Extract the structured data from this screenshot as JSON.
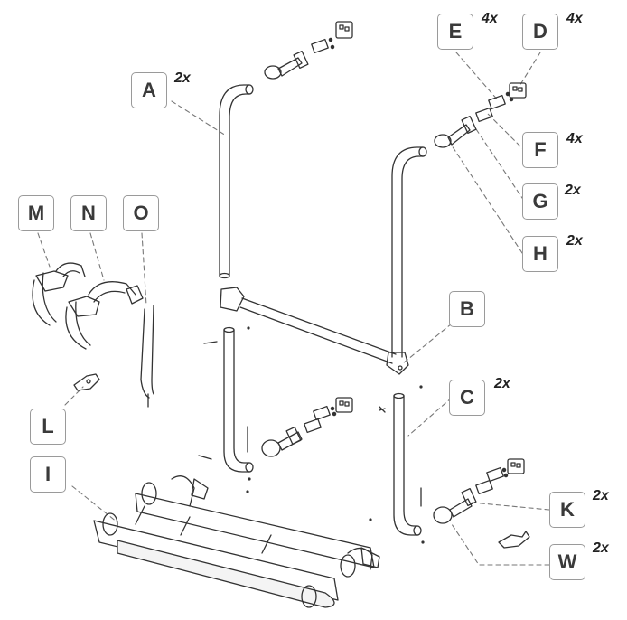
{
  "labels": [
    {
      "id": "A",
      "text": "A",
      "qty": "2x"
    },
    {
      "id": "B",
      "text": "B",
      "qty": ""
    },
    {
      "id": "C",
      "text": "C",
      "qty": "2x"
    },
    {
      "id": "D",
      "text": "D",
      "qty": "4x"
    },
    {
      "id": "E",
      "text": "E",
      "qty": "4x"
    },
    {
      "id": "F",
      "text": "F",
      "qty": "4x"
    },
    {
      "id": "G",
      "text": "G",
      "qty": "2x"
    },
    {
      "id": "H",
      "text": "H",
      "qty": "2x"
    },
    {
      "id": "I",
      "text": "I",
      "qty": ""
    },
    {
      "id": "K",
      "text": "K",
      "qty": "2x"
    },
    {
      "id": "L",
      "text": "L",
      "qty": ""
    },
    {
      "id": "M",
      "text": "M",
      "qty": ""
    },
    {
      "id": "N",
      "text": "N",
      "qty": ""
    },
    {
      "id": "O",
      "text": "O",
      "qty": ""
    },
    {
      "id": "W",
      "text": "W",
      "qty": "2x"
    }
  ]
}
